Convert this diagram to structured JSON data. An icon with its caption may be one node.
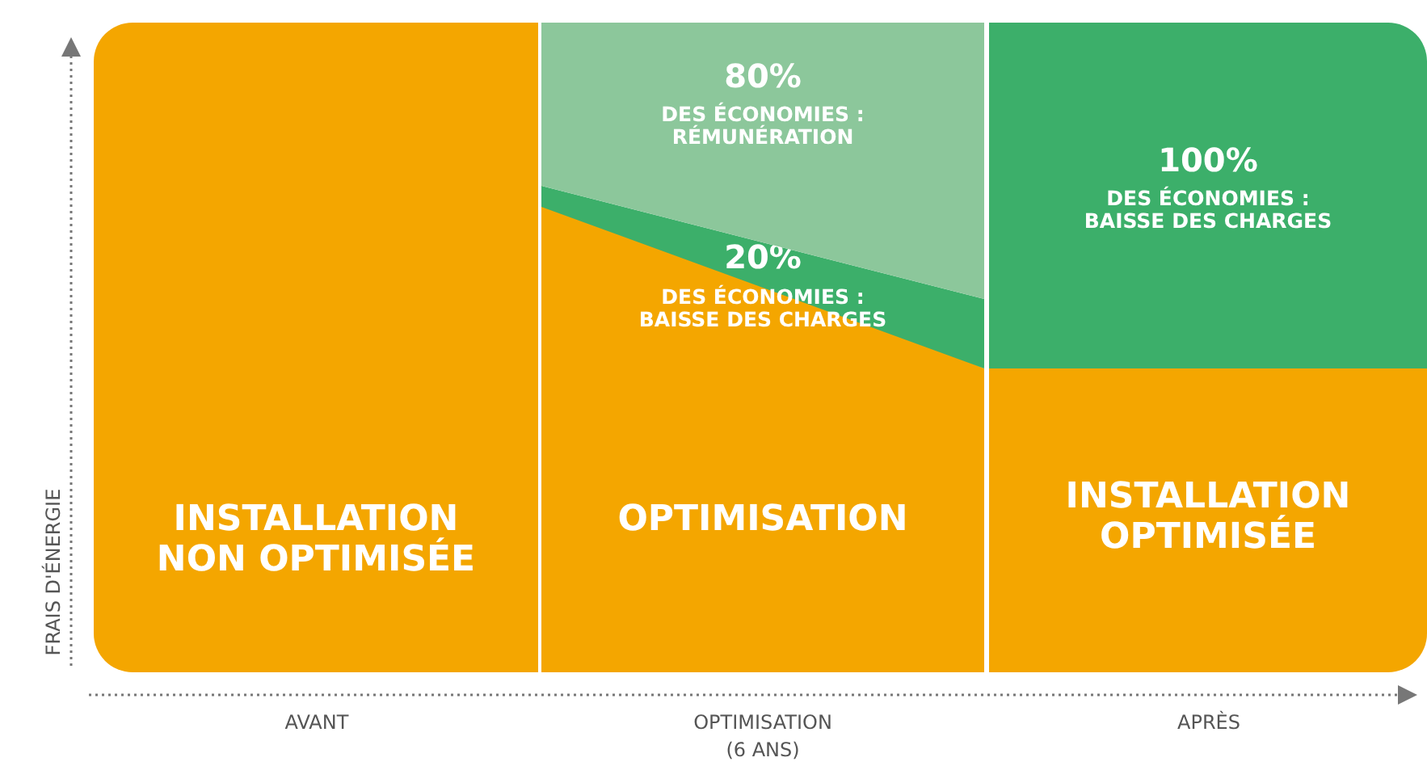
{
  "diagram": {
    "nodes": [
      {
        "text": [
          "INSTALLATION NON OPTIMISÉE"
        ]
      },
      {
        "text": [
          "OPTIMISATION"
        ]
      },
      {
        "text": [
          "80%",
          "DES ÉCONOMIES : RÉMUNÉRATION"
        ]
      },
      {
        "text": [
          "20%",
          "DES ÉCONOMIES : BAISSE DES CHARGES"
        ],
        "in": 1
      },
      {
        "text": [
          "100%",
          "DES ÉCONOMIES : BAISSE DES CHARGES"
        ]
      },
      {
        "text": [
          "INSTALLATION OPTIMISÉE"
        ]
      }
    ],
    "labels": [
      "FRAIS D'ÉNERGIE",
      "AVANT",
      "OPTIMISATION",
      "APRÈS",
      "(6 ANS)"
    ]
  }
}
